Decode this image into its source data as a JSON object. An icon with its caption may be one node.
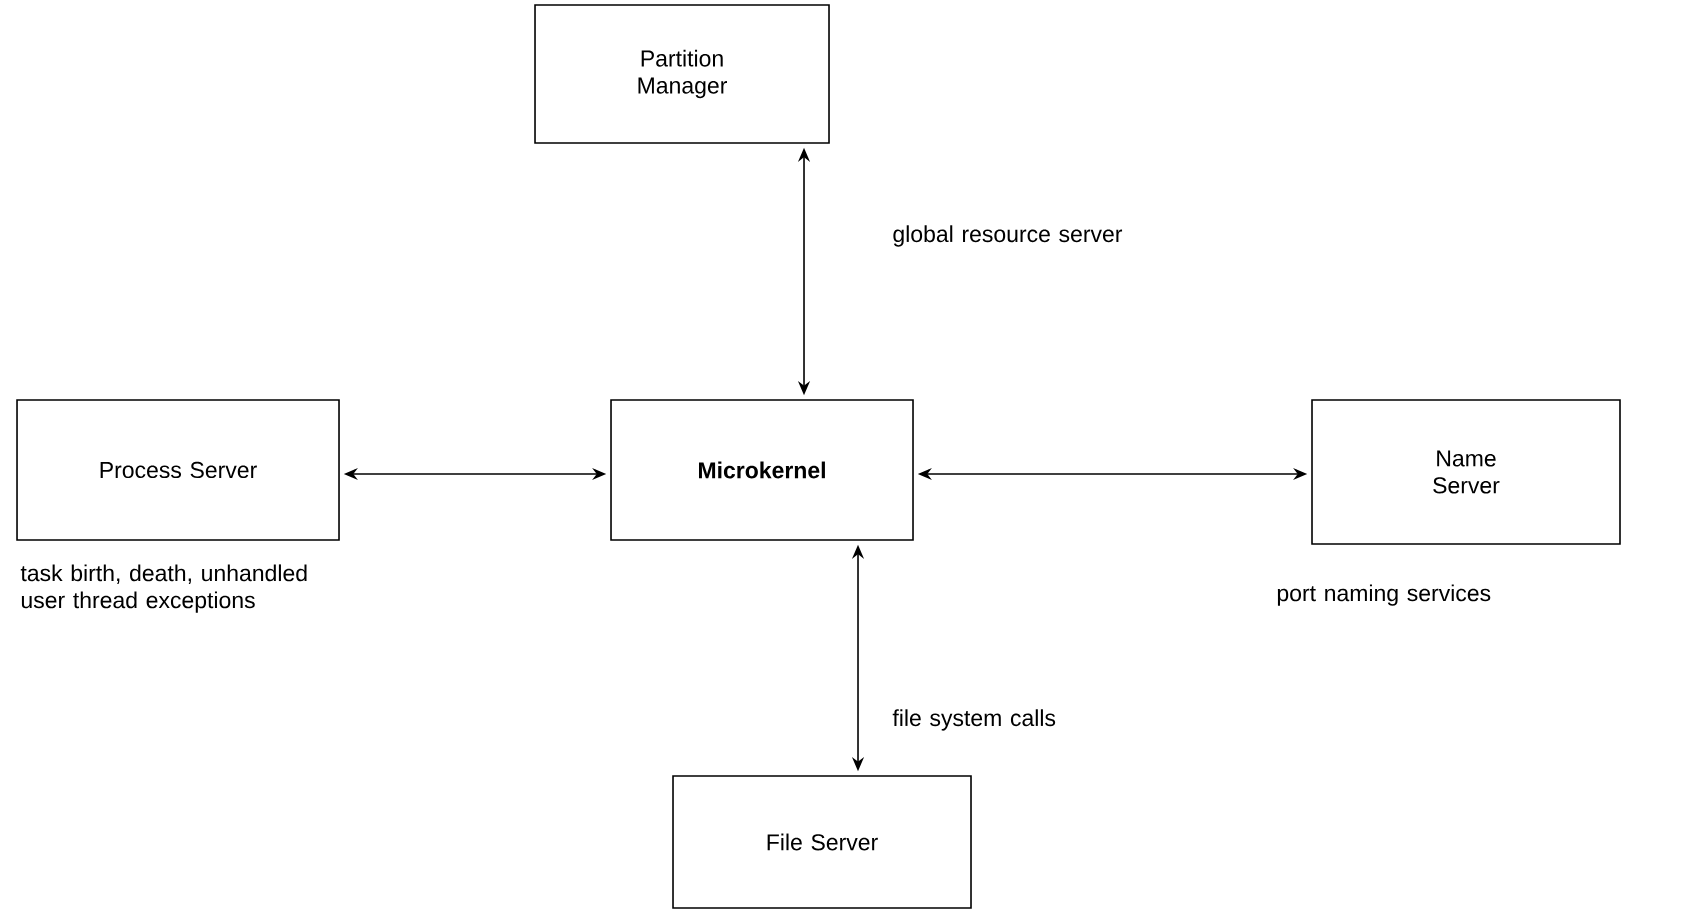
{
  "diagram": {
    "nodes": [
      {
        "text": [
          "Partition Manager"
        ]
      },
      {
        "text": [
          "Process Server"
        ],
        "beside": [
          "task birth, death, unhandled user thread exceptions"
        ]
      },
      {
        "text": [
          "Microkernel"
        ]
      },
      {
        "text": [
          "Name Server"
        ],
        "beside": [
          "port naming services"
        ]
      },
      {
        "text": [
          "File Server"
        ]
      }
    ],
    "edges": [
      {
        "from": 0,
        "to": 2,
        "arrow": "both",
        "label": "global resource server"
      },
      {
        "from": 1,
        "to": 2,
        "arrow": "both"
      },
      {
        "from": 2,
        "to": 3,
        "arrow": "both"
      },
      {
        "from": 2,
        "to": 4,
        "arrow": "both",
        "label": "file system calls"
      }
    ]
  }
}
